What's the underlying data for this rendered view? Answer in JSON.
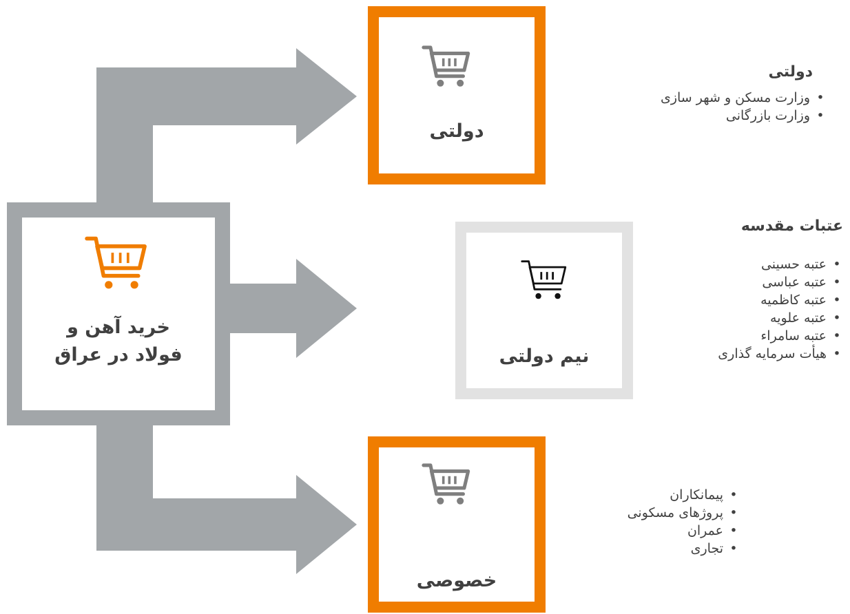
{
  "colors": {
    "arrow": "#a2a6a9",
    "accent": "#f07d00",
    "light_border": "#e2e2e2",
    "cart_gray": "#7f7f7f",
    "cart_black": "#111111",
    "text": "#404040"
  },
  "source": {
    "label_line1": "خرید آهن و",
    "label_line2": "فولاد در عراق",
    "icon": "shopping-cart-icon"
  },
  "targets": {
    "government": {
      "label": "دولتی",
      "icon": "shopping-cart-icon"
    },
    "semi_government": {
      "label": "نیم دولتی",
      "icon": "shopping-cart-icon"
    },
    "private": {
      "label": "خصوصی",
      "icon": "shopping-cart-icon"
    }
  },
  "details": {
    "government": {
      "title": "دولتی",
      "items": [
        "وزارت مسکن و شهر سازی",
        "وزارت بازرگانی"
      ]
    },
    "semi_government": {
      "title": "عتبات مقدسه",
      "items": [
        "عتبه حسینی",
        "عتبه عباسی",
        "عتبه کاظمیه",
        "عتبه علویه",
        "عتبه سامراء",
        "هیأت سرمایه گذاری"
      ]
    },
    "private": {
      "title": "",
      "items": [
        "پیمانکاران",
        "پروژهای مسکونی",
        "عمران",
        "تجاری"
      ]
    }
  }
}
